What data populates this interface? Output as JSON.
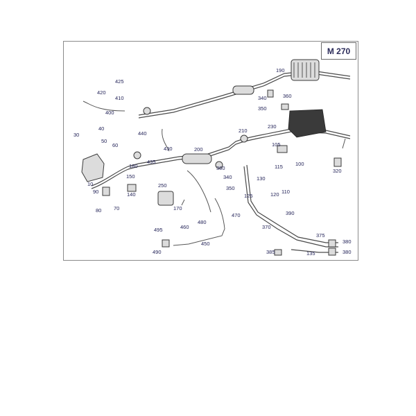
{
  "model_badge": "M 270",
  "callouts": [
    "425",
    "420",
    "410",
    "400",
    "30",
    "40",
    "50",
    "60",
    "10",
    "190",
    "340",
    "360",
    "350",
    "440",
    "430",
    "210",
    "230",
    "105",
    "100",
    "200",
    "115",
    "435",
    "180",
    "340",
    "150",
    "360",
    "140",
    "250",
    "350",
    "125",
    "110",
    "90",
    "120",
    "80",
    "70",
    "320",
    "170",
    "130",
    "390",
    "470",
    "480",
    "460",
    "495",
    "370",
    "375",
    "380",
    "450",
    "490",
    "385",
    "135",
    "380"
  ]
}
